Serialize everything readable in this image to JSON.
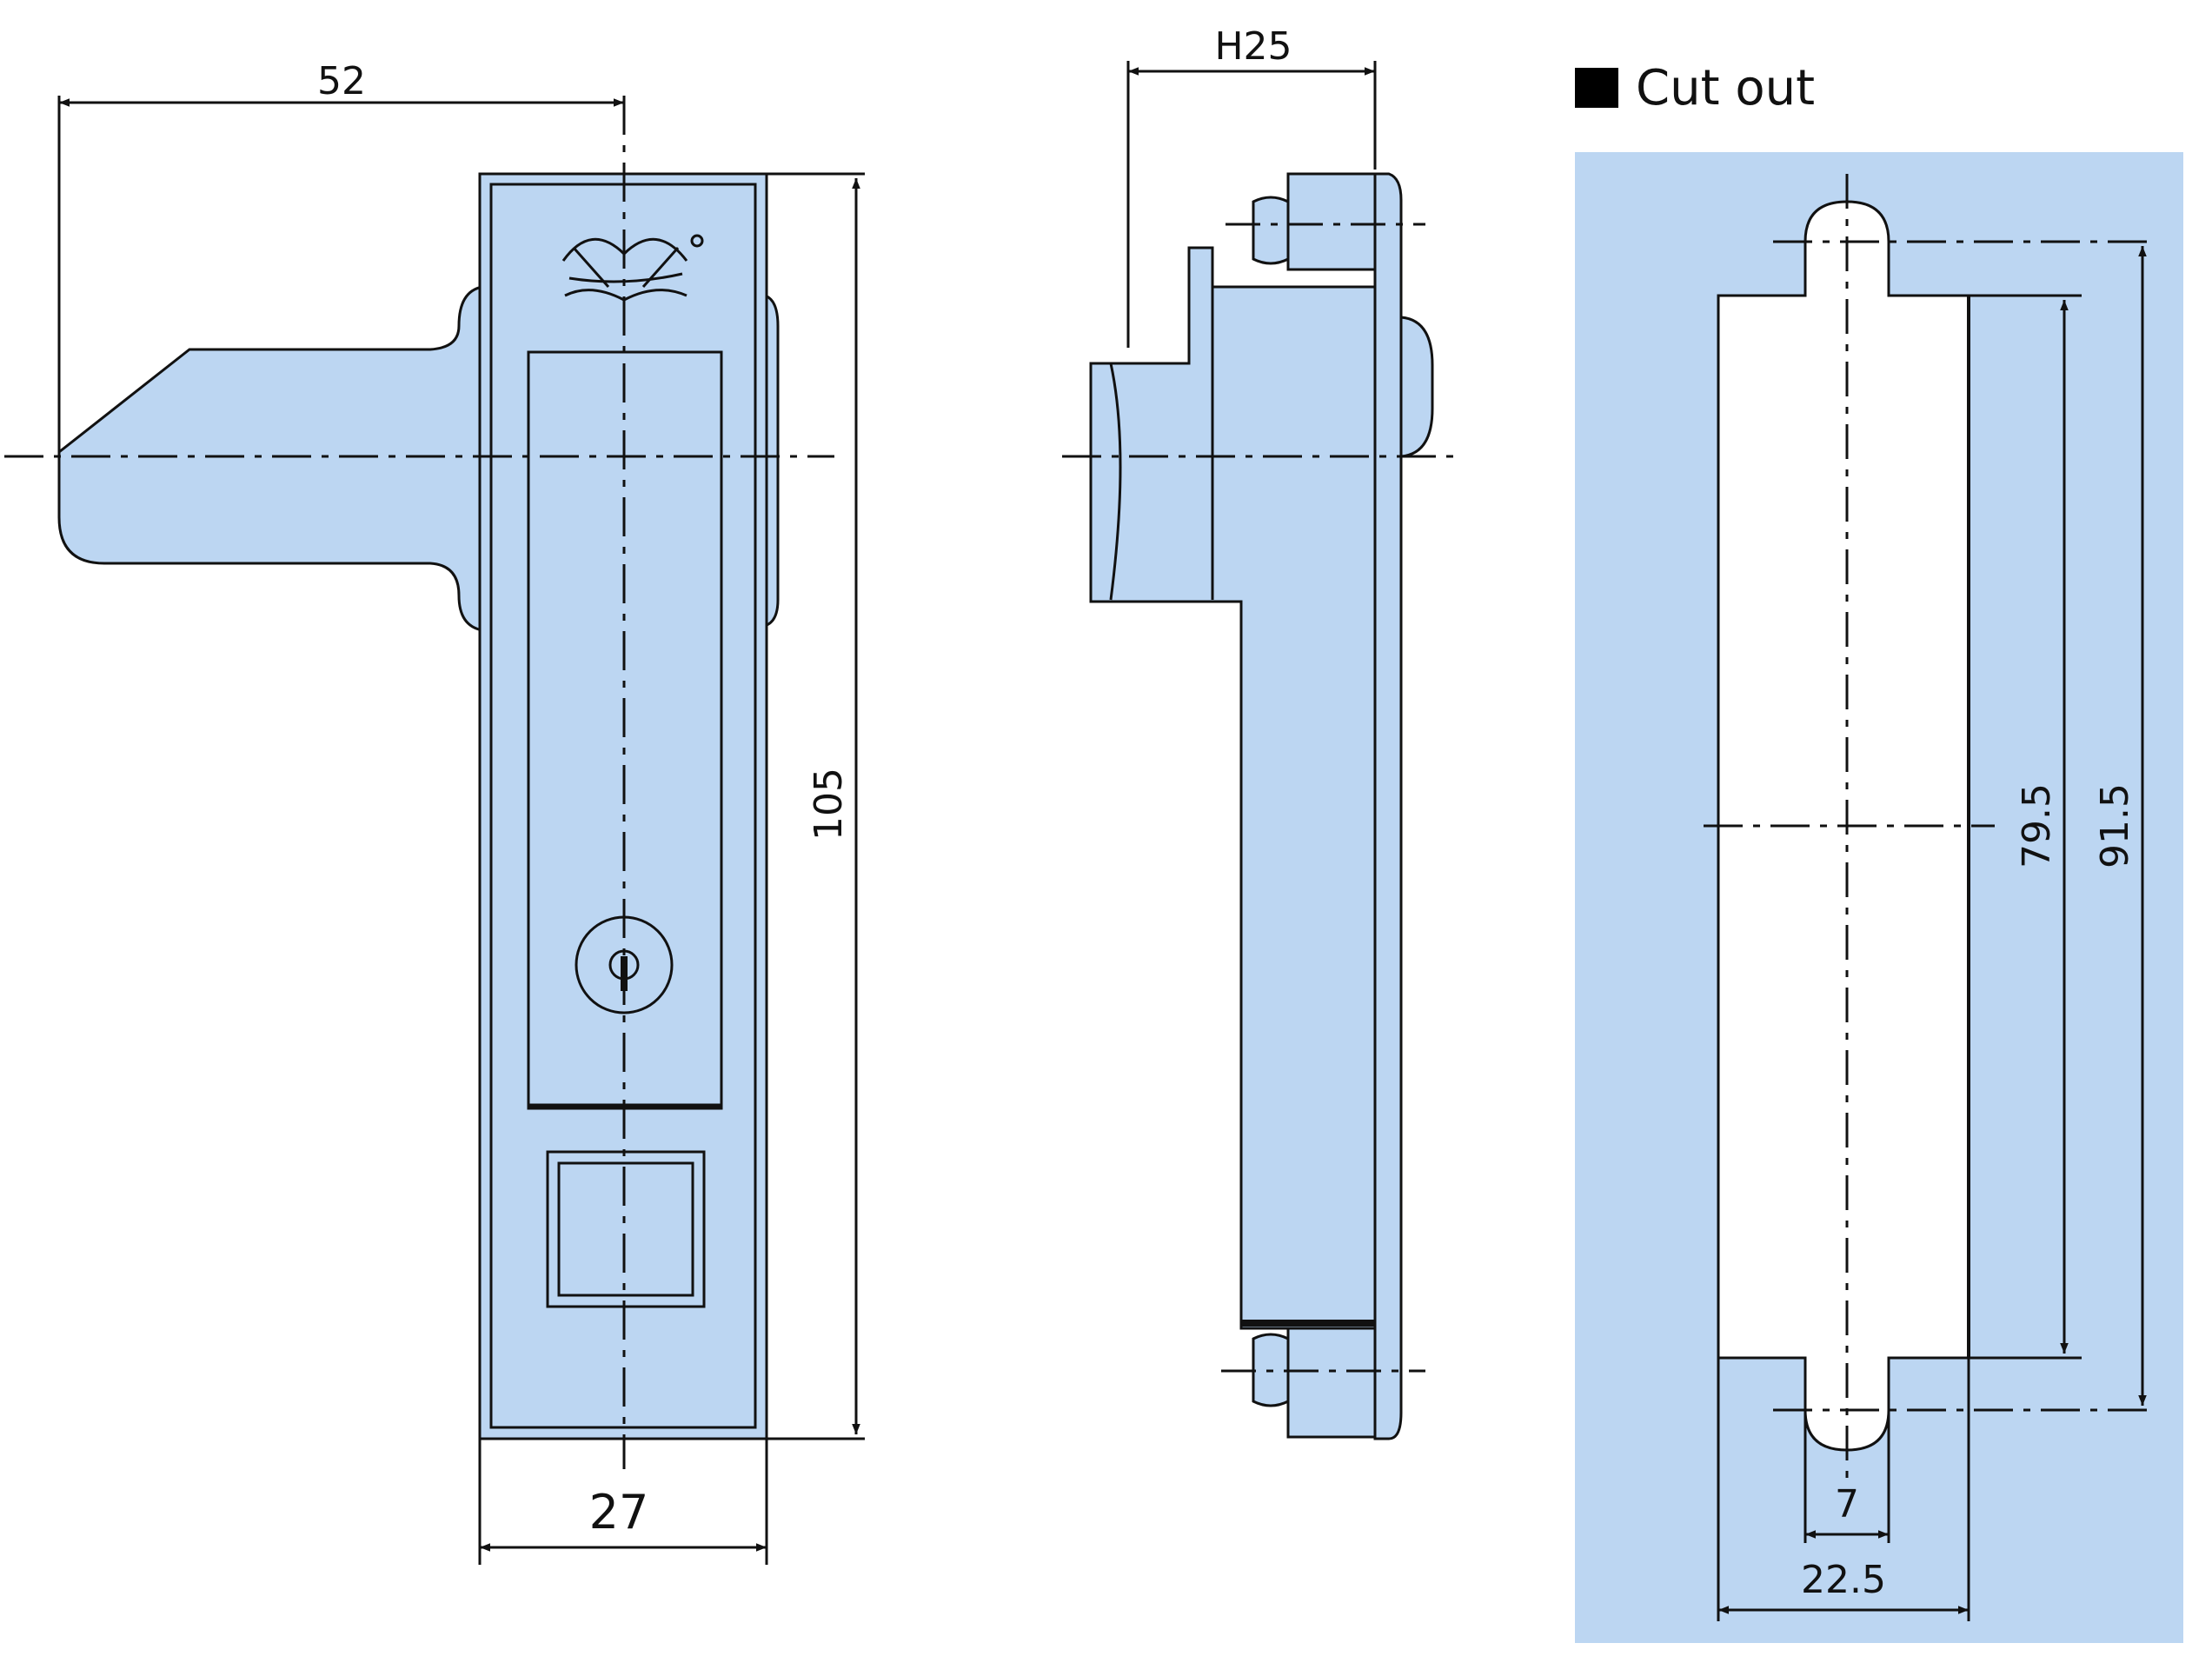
{
  "colors": {
    "part_fill": "#bcd6f2",
    "panel_fill": "#bcd6f2",
    "cutout_fill": "#ffffff",
    "line": "#111111",
    "square_marker": "#000000"
  },
  "front_view": {
    "width_dim": "52",
    "height_dim": "105",
    "bottom_dim": "27",
    "icons": [
      "brand-logo-icon",
      "keyhole-icon"
    ]
  },
  "side_view": {
    "depth_dim": "H25"
  },
  "cutout": {
    "title": "Cut out",
    "marker_icon": "square-icon",
    "inner_height_dim": "79.5",
    "outer_height_dim": "91.5",
    "slot_width_dim": "7",
    "total_width_dim": "22.5"
  }
}
